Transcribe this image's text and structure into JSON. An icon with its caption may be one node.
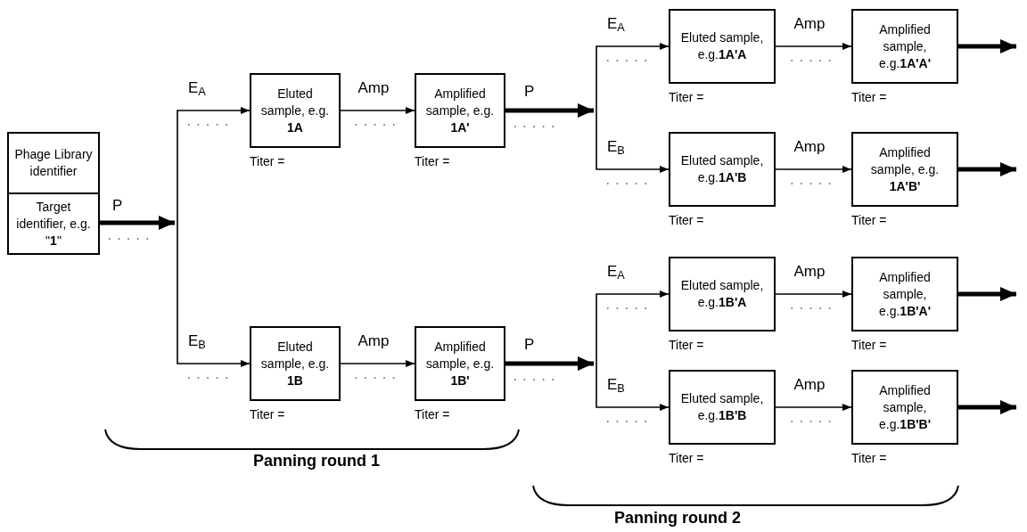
{
  "diagram": {
    "nodes": [
      {
        "text": [
          "Phage Library identifier",
          "Target identifier, e.g. \"**1**\""
        ]
      },
      {
        "text": [
          "Eluted sample, e.g. **1A**"
        ],
        "beside": [
          "Titer ="
        ]
      },
      {
        "text": [
          "Amplified sample, e.g. **1A'**"
        ],
        "beside": [
          "Titer ="
        ]
      },
      {
        "text": [
          "Eluted sample, e.g.**1A'A**"
        ],
        "beside": [
          "Titer ="
        ]
      },
      {
        "text": [
          "Amplified sample, e.g.**1A'A'**"
        ],
        "beside": [
          "Titer ="
        ]
      },
      {
        "text": [
          "Eluted sample, e.g.**1A'B**"
        ],
        "beside": [
          "Titer ="
        ]
      },
      {
        "text": [
          "Amplified sample, e.g. **1A'B'**"
        ],
        "beside": [
          "Titer ="
        ]
      },
      {
        "text": [
          "Eluted sample, e.g. **1B**"
        ],
        "beside": [
          "Titer ="
        ]
      },
      {
        "text": [
          "Amplified sample, e.g. **1B'**"
        ],
        "beside": [
          "Titer ="
        ]
      },
      {
        "text": [
          "Eluted sample, e.g.**1B'A**"
        ],
        "beside": [
          "Titer ="
        ]
      },
      {
        "text": [
          "Amplified sample, e.g.**1B'A'**"
        ],
        "beside": [
          "Titer ="
        ]
      },
      {
        "text": [
          "Eluted sample, e.g.**1B'B**"
        ],
        "beside": [
          "Titer ="
        ]
      },
      {
        "text": [
          "Amplified sample, e.g.**1B'B'**"
        ],
        "beside": [
          "Titer ="
        ]
      }
    ],
    "edges": [
      {
        "from": 0,
        "to": 1,
        "arrow": "to",
        "label": "E$_{A}$"
      },
      {
        "from": 0,
        "to": 7,
        "arrow": "to",
        "label": "E$_{B}$"
      },
      {
        "from": 1,
        "to": 2,
        "arrow": "to",
        "label": "Amp"
      },
      {
        "from": 7,
        "to": 8,
        "arrow": "to",
        "label": "Amp"
      },
      {
        "from": 2,
        "to": 3,
        "arrow": "to",
        "label": "E$_{A}$"
      },
      {
        "from": 2,
        "to": 5,
        "arrow": "to",
        "label": "E$_{B}$"
      },
      {
        "from": 8,
        "to": 9,
        "arrow": "to",
        "label": "E$_{A}$"
      },
      {
        "from": 8,
        "to": 11,
        "arrow": "to",
        "label": "E$_{B}$"
      },
      {
        "from": 3,
        "to": 4,
        "arrow": "to",
        "label": "Amp"
      },
      {
        "from": 5,
        "to": 6,
        "arrow": "to",
        "label": "Amp"
      },
      {
        "from": 9,
        "to": 10,
        "arrow": "to",
        "label": "Amp"
      },
      {
        "from": 11,
        "to": 12,
        "arrow": "to",
        "label": "Amp"
      },
      {
        "from": 4,
        "to": null,
        "arrow": "to",
        "style": "thick"
      },
      {
        "from": 6,
        "to": null,
        "arrow": "to",
        "style": "thick"
      },
      {
        "from": 10,
        "to": null,
        "arrow": "to",
        "style": "thick"
      },
      {
        "from": 12,
        "to": null,
        "arrow": "to",
        "style": "thick"
      }
    ],
    "labels": [
      "P",
      "P",
      "P",
      "Panning round 1",
      "Panning round 2"
    ]
  }
}
